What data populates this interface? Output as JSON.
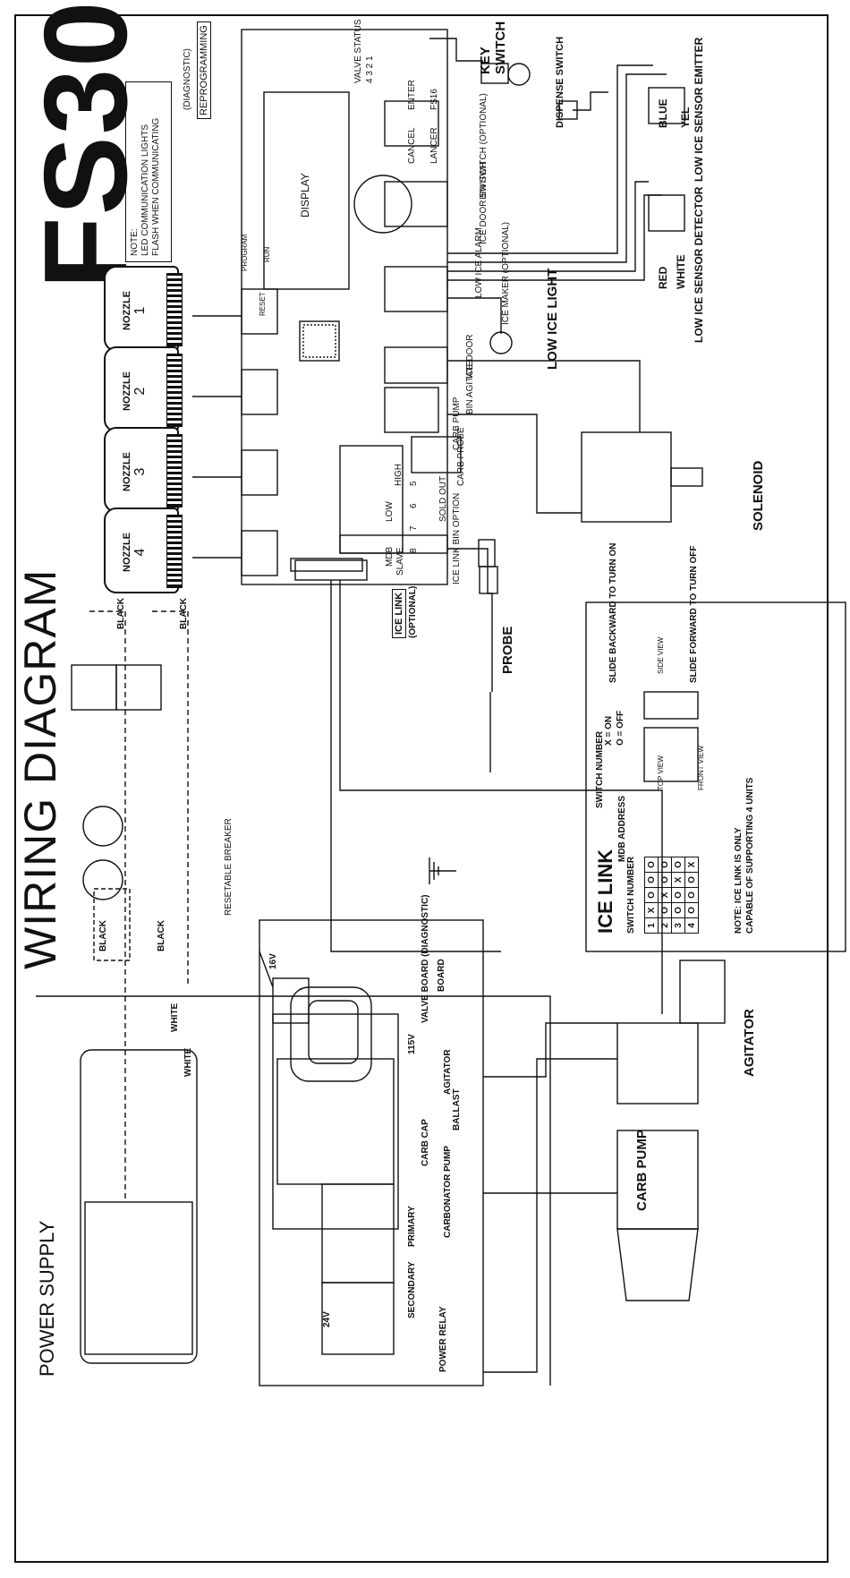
{
  "title": "FS30",
  "diagram_title": "WIRING DIAGRAM",
  "power_supply_title": "POWER SUPPLY",
  "note_led": {
    "line1": "NOTE:",
    "line2": "LED COMMUNICATION LIGHTS",
    "line3": "FLASH WHEN COMMUNICATING"
  },
  "reprogramming": {
    "diag": "(DIAGNOSTIC)",
    "label": "REPROGRAMMING"
  },
  "board": {
    "display": "DISPLAY",
    "valve_status": "VALVE STATUS",
    "valve_nums": "4  3  2  1",
    "enter": "ENTER",
    "cancel": "CANCEL",
    "lancer": "LANCER",
    "fs16": "FS16",
    "program": "PROGRAM",
    "run": "RUN",
    "reset": "RESET",
    "low": "LOW",
    "high": "HIGH",
    "sold_out": "SOLD OUT",
    "mdb": "MDB",
    "slave": "SLAVE",
    "ice_link_bin_option": "ICE LINK BIN OPTION",
    "bin_nums": [
      "5",
      "6",
      "7",
      "8"
    ]
  },
  "components": {
    "key_switch": "KEY SWITCH",
    "dispense_switch": "DISPENSE SWITCH",
    "low_ice_sensor_emitter": "LOW ICE SENSOR EMITTER",
    "low_ice_sensor_detector": "LOW ICE SENSOR DETECTOR",
    "blue": "BLUE",
    "yel": "YEL",
    "red": "RED",
    "white": "WHITE",
    "bin_switch": "BIN SWITCH (OPTIONAL)",
    "ice_door_switch": "ICE DOOR SWITCH",
    "low_ice_alarm": "LOW ICE ALARM",
    "ice_maker": "ICE MAKER (OPTIONAL)",
    "low_ice_light": "LOW ICE LIGHT",
    "ice_door": "ICE DOOR",
    "bin_agitate": "BIN AGITATE",
    "carb_pump_conn": "CARB PUMP",
    "carb_probe": "CARB PROBE",
    "solenoid": "SOLENOID",
    "probe": "PROBE",
    "ice_link": "ICE LINK",
    "optional": "(OPTIONAL)",
    "agitator": "AGITATOR",
    "carb_pump": "CARB PUMP",
    "resetable_breaker": "RESETABLE BREAKER"
  },
  "nozzles": [
    {
      "label": "NOZZLE",
      "num": "1"
    },
    {
      "label": "NOZZLE",
      "num": "2"
    },
    {
      "label": "NOZZLE",
      "num": "3"
    },
    {
      "label": "NOZZLE",
      "num": "4"
    }
  ],
  "wires": {
    "black": "BLACK",
    "white": "WHITE"
  },
  "power": {
    "v16": "16V",
    "v115": "115V",
    "v24": "24V",
    "valve_board": "VALVE BOARD (DIAGNOSTIC)",
    "board": "BOARD",
    "agitator": "AGITATOR",
    "ballast": "BALLAST",
    "carb_cap": "CARB CAP",
    "carbonator_pump": "CARBONATOR PUMP",
    "primary": "PRIMARY",
    "secondary": "SECONDARY",
    "power_relay": "POWER RELAY"
  },
  "switch_info": {
    "slide_backward": "SLIDE BACKWARD TO TURN ON",
    "slide_forward": "SLIDE FORWARD TO TURN OFF",
    "side_view": "SIDE VIEW",
    "top_view": "TOP VIEW",
    "front_view": "FRONT VIEW",
    "x_on": "X = ON",
    "o_off": "O = OFF"
  },
  "ice_link_table": {
    "title_ice": "ICE",
    "title_link": "LINK",
    "switch_number": "SWITCH NUMBER",
    "mdb_address": "MDB ADDRESS",
    "switch_number_col": "SWITCH NUMBER",
    "rows": [
      {
        "n": "1",
        "cells": [
          "X",
          "O",
          "O",
          "O"
        ]
      },
      {
        "n": "2",
        "cells": [
          "O",
          "X",
          "O",
          "O"
        ]
      },
      {
        "n": "3",
        "cells": [
          "O",
          "O",
          "X",
          "O"
        ]
      },
      {
        "n": "4",
        "cells": [
          "O",
          "O",
          "O",
          "X"
        ]
      }
    ],
    "note1": "NOTE:  ICE LINK IS ONLY",
    "note2": "CAPABLE OF SUPPORTING 4 UNITS"
  }
}
